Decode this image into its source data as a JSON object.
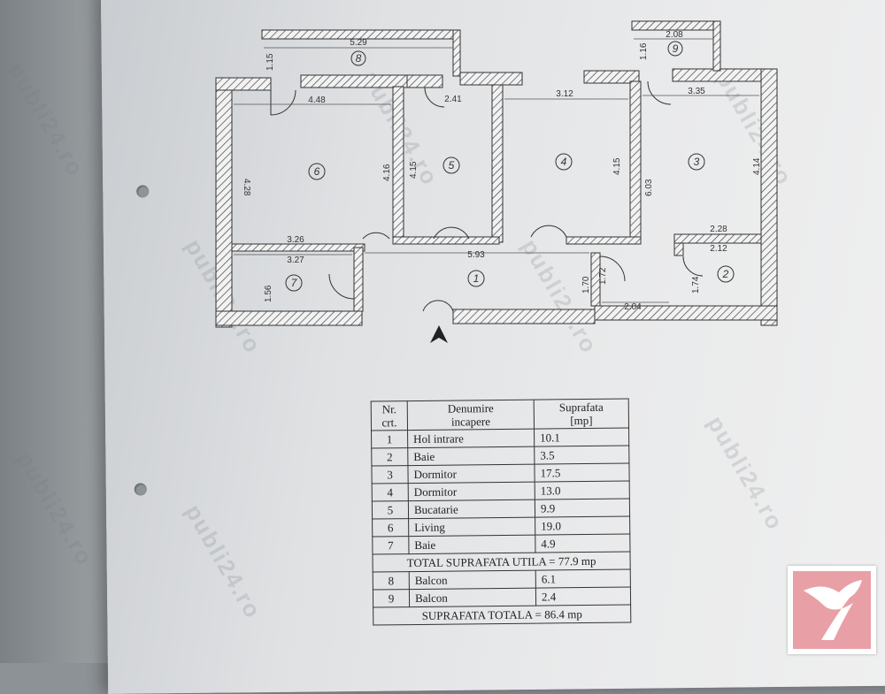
{
  "plan": {
    "room_numbers": [
      "1",
      "2",
      "3",
      "4",
      "5",
      "6",
      "7",
      "8",
      "9"
    ],
    "dimensions": {
      "d_529": "5.29",
      "d_115": "1.15",
      "d_208": "2.08",
      "d_116": "1.16",
      "d_448": "4.48",
      "d_241": "2.41",
      "d_312": "3.12",
      "d_335": "3.35",
      "d_428": "4.28",
      "d_416": "4.16",
      "d_415a": "4.15",
      "d_415b": "4.15",
      "d_603": "6.03",
      "d_414": "4.14",
      "d_228": "2.28",
      "d_212": "2.12",
      "d_326": "3.26",
      "d_327": "3.27",
      "d_593": "5.93",
      "d_156": "1.56",
      "d_170": "1.70",
      "d_172": "1.72",
      "d_174": "1.74",
      "d_204": "2.04"
    }
  },
  "table": {
    "headers": {
      "nr": [
        "Nr.",
        "crt."
      ],
      "name": [
        "Denumire",
        "incapere"
      ],
      "area": [
        "Suprafata",
        "[mp]"
      ]
    },
    "rows": [
      {
        "nr": "1",
        "name": "Hol intrare",
        "area": "10.1"
      },
      {
        "nr": "2",
        "name": "Baie",
        "area": "3.5"
      },
      {
        "nr": "3",
        "name": "Dormitor",
        "area": "17.5"
      },
      {
        "nr": "4",
        "name": "Dormitor",
        "area": "13.0"
      },
      {
        "nr": "5",
        "name": "Bucatarie",
        "area": "9.9"
      },
      {
        "nr": "6",
        "name": "Living",
        "area": "19.0"
      },
      {
        "nr": "7",
        "name": "Baie",
        "area": "4.9"
      }
    ],
    "total_util": "TOTAL SUPRAFATA UTILA = 77.9 mp",
    "balcony_rows": [
      {
        "nr": "8",
        "name": "Balcon",
        "area": "6.1"
      },
      {
        "nr": "9",
        "name": "Balcon",
        "area": "2.4"
      }
    ],
    "total": "SUPRAFATA TOTALA = 86.4 mp"
  },
  "watermark": "publi24.ro",
  "colors": {
    "logo": "#e8a0a6",
    "logo_mark": "#ffffff"
  }
}
